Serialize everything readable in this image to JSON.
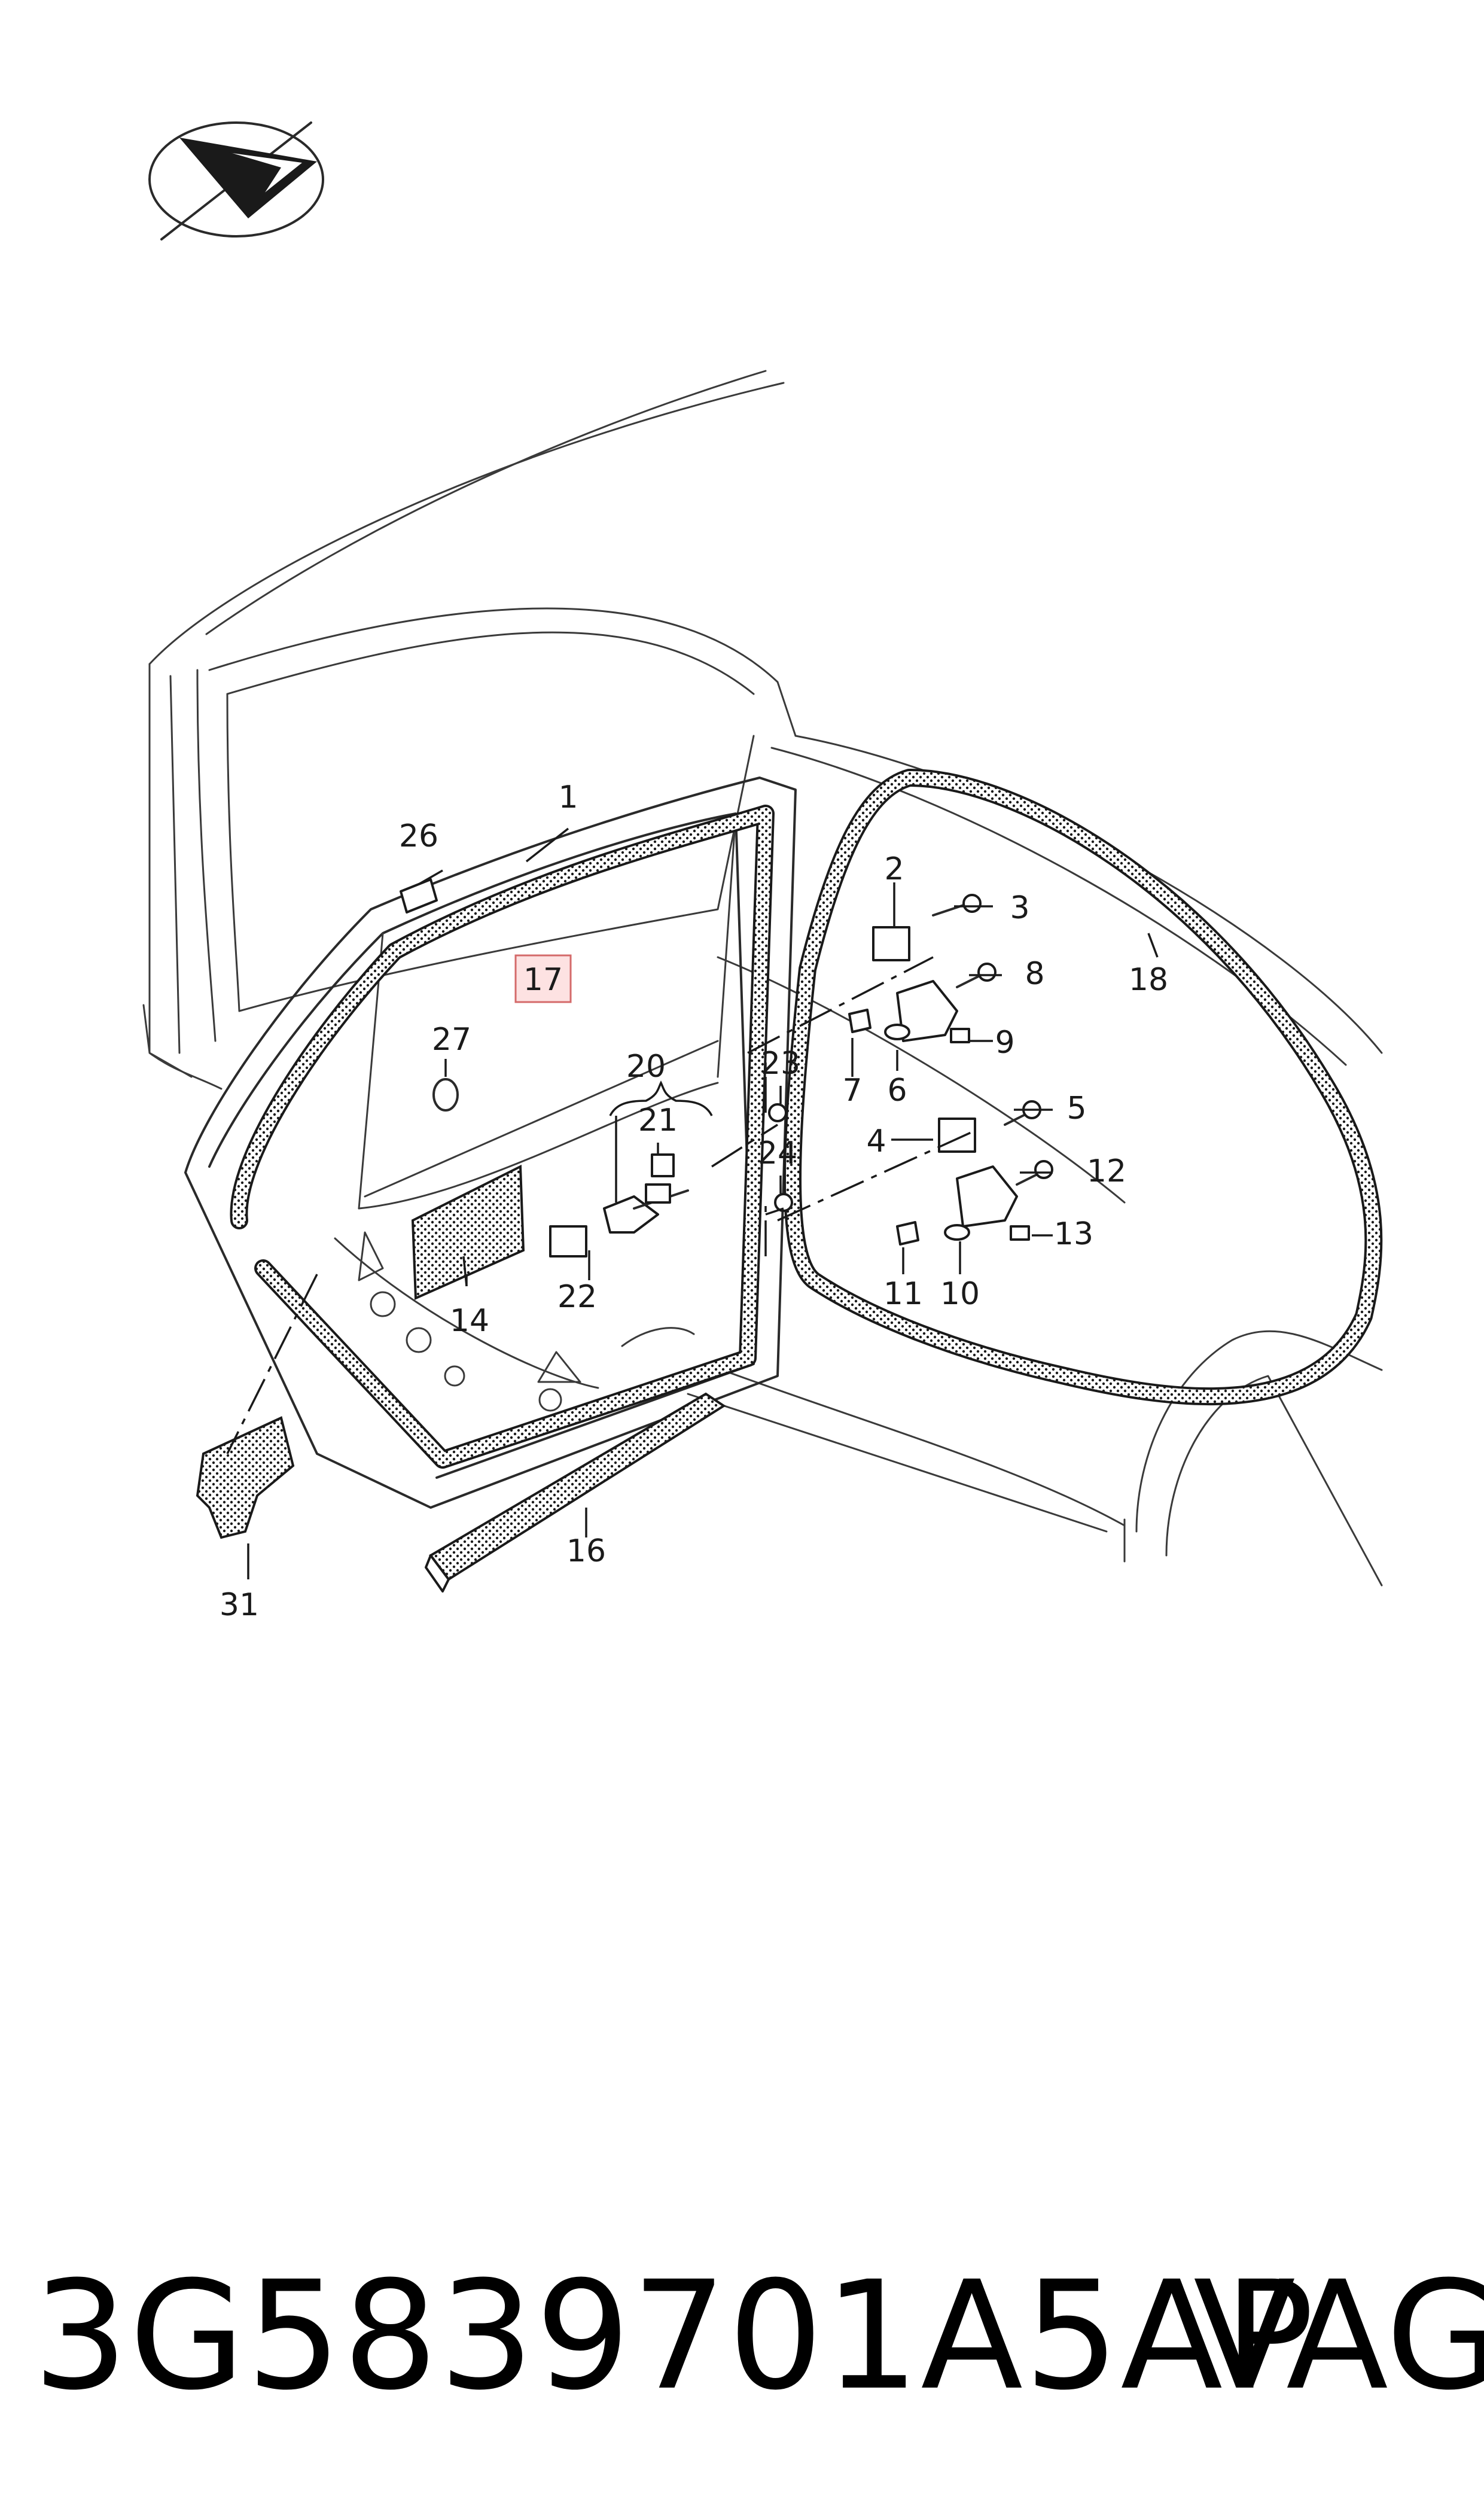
{
  "callouts": {
    "c1": "1",
    "c2": "2",
    "c3": "3",
    "c4": "4",
    "c5": "5",
    "c6": "6",
    "c7": "7",
    "c8": "8",
    "c9": "9",
    "c10": "10",
    "c11": "11",
    "c12": "12",
    "c13": "13",
    "c14": "14",
    "c16": "16",
    "c17": "17",
    "c18": "18",
    "c20": "20",
    "c21": "21",
    "c22": "22",
    "c23": "23",
    "c24": "24",
    "c26": "26",
    "c27": "27",
    "c31": "31"
  },
  "highlighted_callout": "17",
  "footer": {
    "part_number": "3G5839701A5AP",
    "brand": "VAG"
  },
  "colors": {
    "highlight_fill": "#fde2e2",
    "highlight_stroke": "#d46a6a",
    "line": "#1a1a1a"
  }
}
